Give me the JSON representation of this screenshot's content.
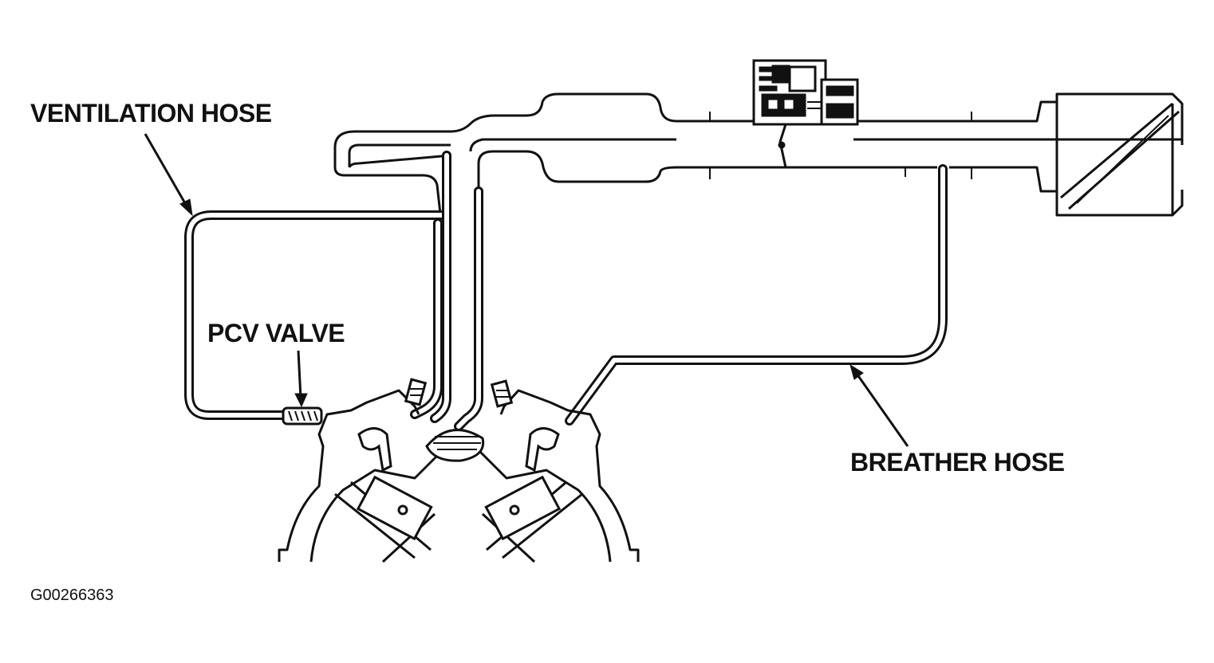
{
  "labels": {
    "ventilation_hose": "VENTILATION HOSE",
    "pcv_valve": "PCV VALVE",
    "breather_hose": "BREATHER HOSE"
  },
  "figure_code": "G00266363"
}
